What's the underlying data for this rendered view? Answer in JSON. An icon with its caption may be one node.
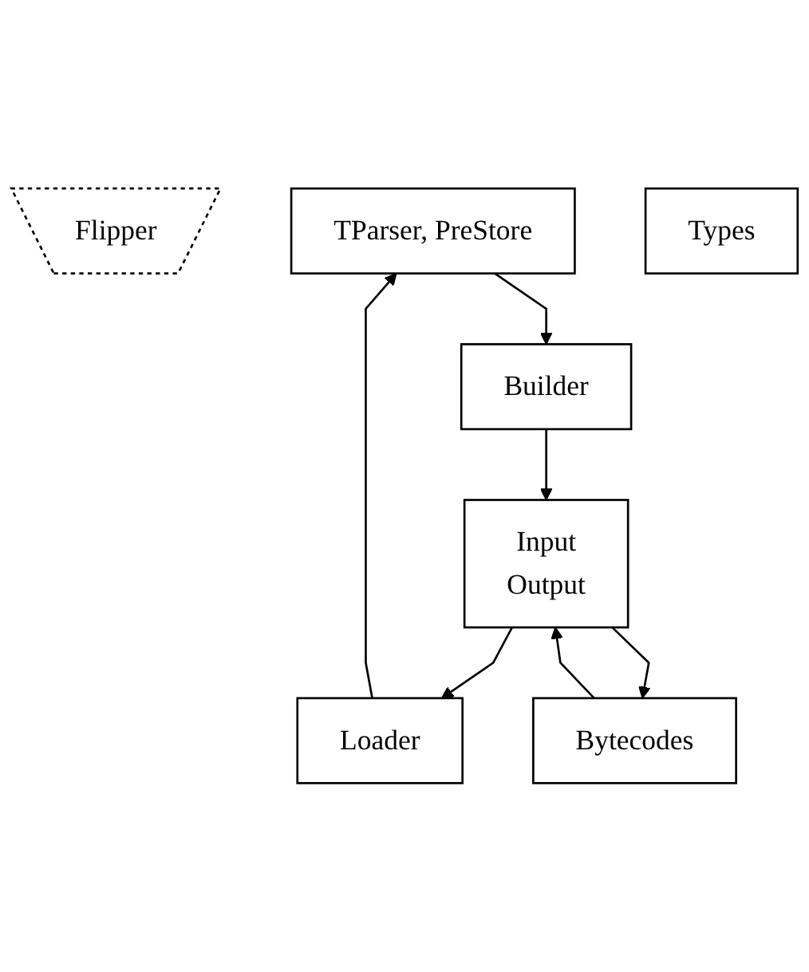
{
  "diagram": {
    "nodes": [
      {
        "text": [
          "Flipper"
        ]
      },
      {
        "text": [
          "TParser, PreStore"
        ]
      },
      {
        "text": [
          "Loader"
        ]
      },
      {
        "text": [
          "Types"
        ]
      },
      {
        "text": [
          "Builder"
        ]
      },
      {
        "text": [
          "Input",
          "Output"
        ]
      },
      {
        "text": [
          "Bytecodes"
        ]
      }
    ],
    "edges": [
      {
        "from": 2,
        "to": 1,
        "arrow": "to"
      },
      {
        "from": 1,
        "to": 4,
        "arrow": "to"
      },
      {
        "from": 4,
        "to": 5,
        "arrow": "to"
      },
      {
        "from": 5,
        "to": 2,
        "arrow": "to"
      },
      {
        "from": 6,
        "to": 5,
        "arrow": "to"
      },
      {
        "from": 5,
        "to": 6,
        "arrow": "to"
      }
    ]
  }
}
